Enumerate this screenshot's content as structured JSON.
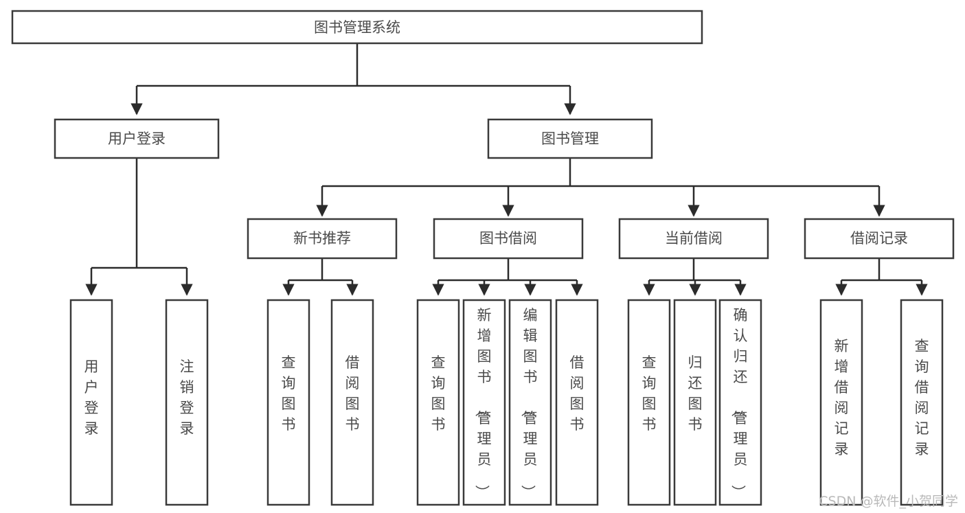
{
  "diagram": {
    "type": "tree-hierarchy",
    "title": "图书管理系统",
    "orientation": "top-down",
    "colors": {
      "background": "#ffffff",
      "box_stroke": "#3a3a3a",
      "box_fill": "#ffffff",
      "connector": "#2b2b2b",
      "label": "#4a4a4a",
      "watermark": "#b9b9b9"
    },
    "nodes": {
      "root": {
        "label": "图书管理系统"
      },
      "level1": [
        {
          "id": "user-login",
          "label": "用户登录"
        },
        {
          "id": "book-management",
          "label": "图书管理"
        }
      ],
      "level2": [
        {
          "id": "new-book-recommend",
          "label": "新书推荐"
        },
        {
          "id": "book-borrow",
          "label": "图书借阅"
        },
        {
          "id": "current-borrow",
          "label": "当前借阅"
        },
        {
          "id": "borrow-record",
          "label": "借阅记录"
        }
      ],
      "leaves": {
        "user_login": [
          {
            "id": "leaf-user-login",
            "label": "用户登录"
          },
          {
            "id": "leaf-logout-login",
            "label": "注销登录"
          }
        ],
        "new_book_recommend": [
          {
            "id": "leaf-query-book-1",
            "label": "查询图书"
          },
          {
            "id": "leaf-borrow-book-1",
            "label": "借阅图书"
          }
        ],
        "book_borrow": [
          {
            "id": "leaf-query-book-2",
            "label": "查询图书"
          },
          {
            "id": "leaf-add-book",
            "label": "新增图书（管理员）"
          },
          {
            "id": "leaf-edit-book",
            "label": "编辑图书（管理员）"
          },
          {
            "id": "leaf-borrow-book-2",
            "label": "借阅图书"
          }
        ],
        "current_borrow": [
          {
            "id": "leaf-query-book-3",
            "label": "查询图书"
          },
          {
            "id": "leaf-return-book",
            "label": "归还图书"
          },
          {
            "id": "leaf-confirm-return",
            "label": "确认归还（管理员）"
          }
        ],
        "borrow_record": [
          {
            "id": "leaf-add-record",
            "label": "新增借阅记录"
          },
          {
            "id": "leaf-query-record",
            "label": "查询借阅记录"
          }
        ]
      }
    }
  },
  "watermark": {
    "text": "CSDN @软件_小贺同学"
  }
}
